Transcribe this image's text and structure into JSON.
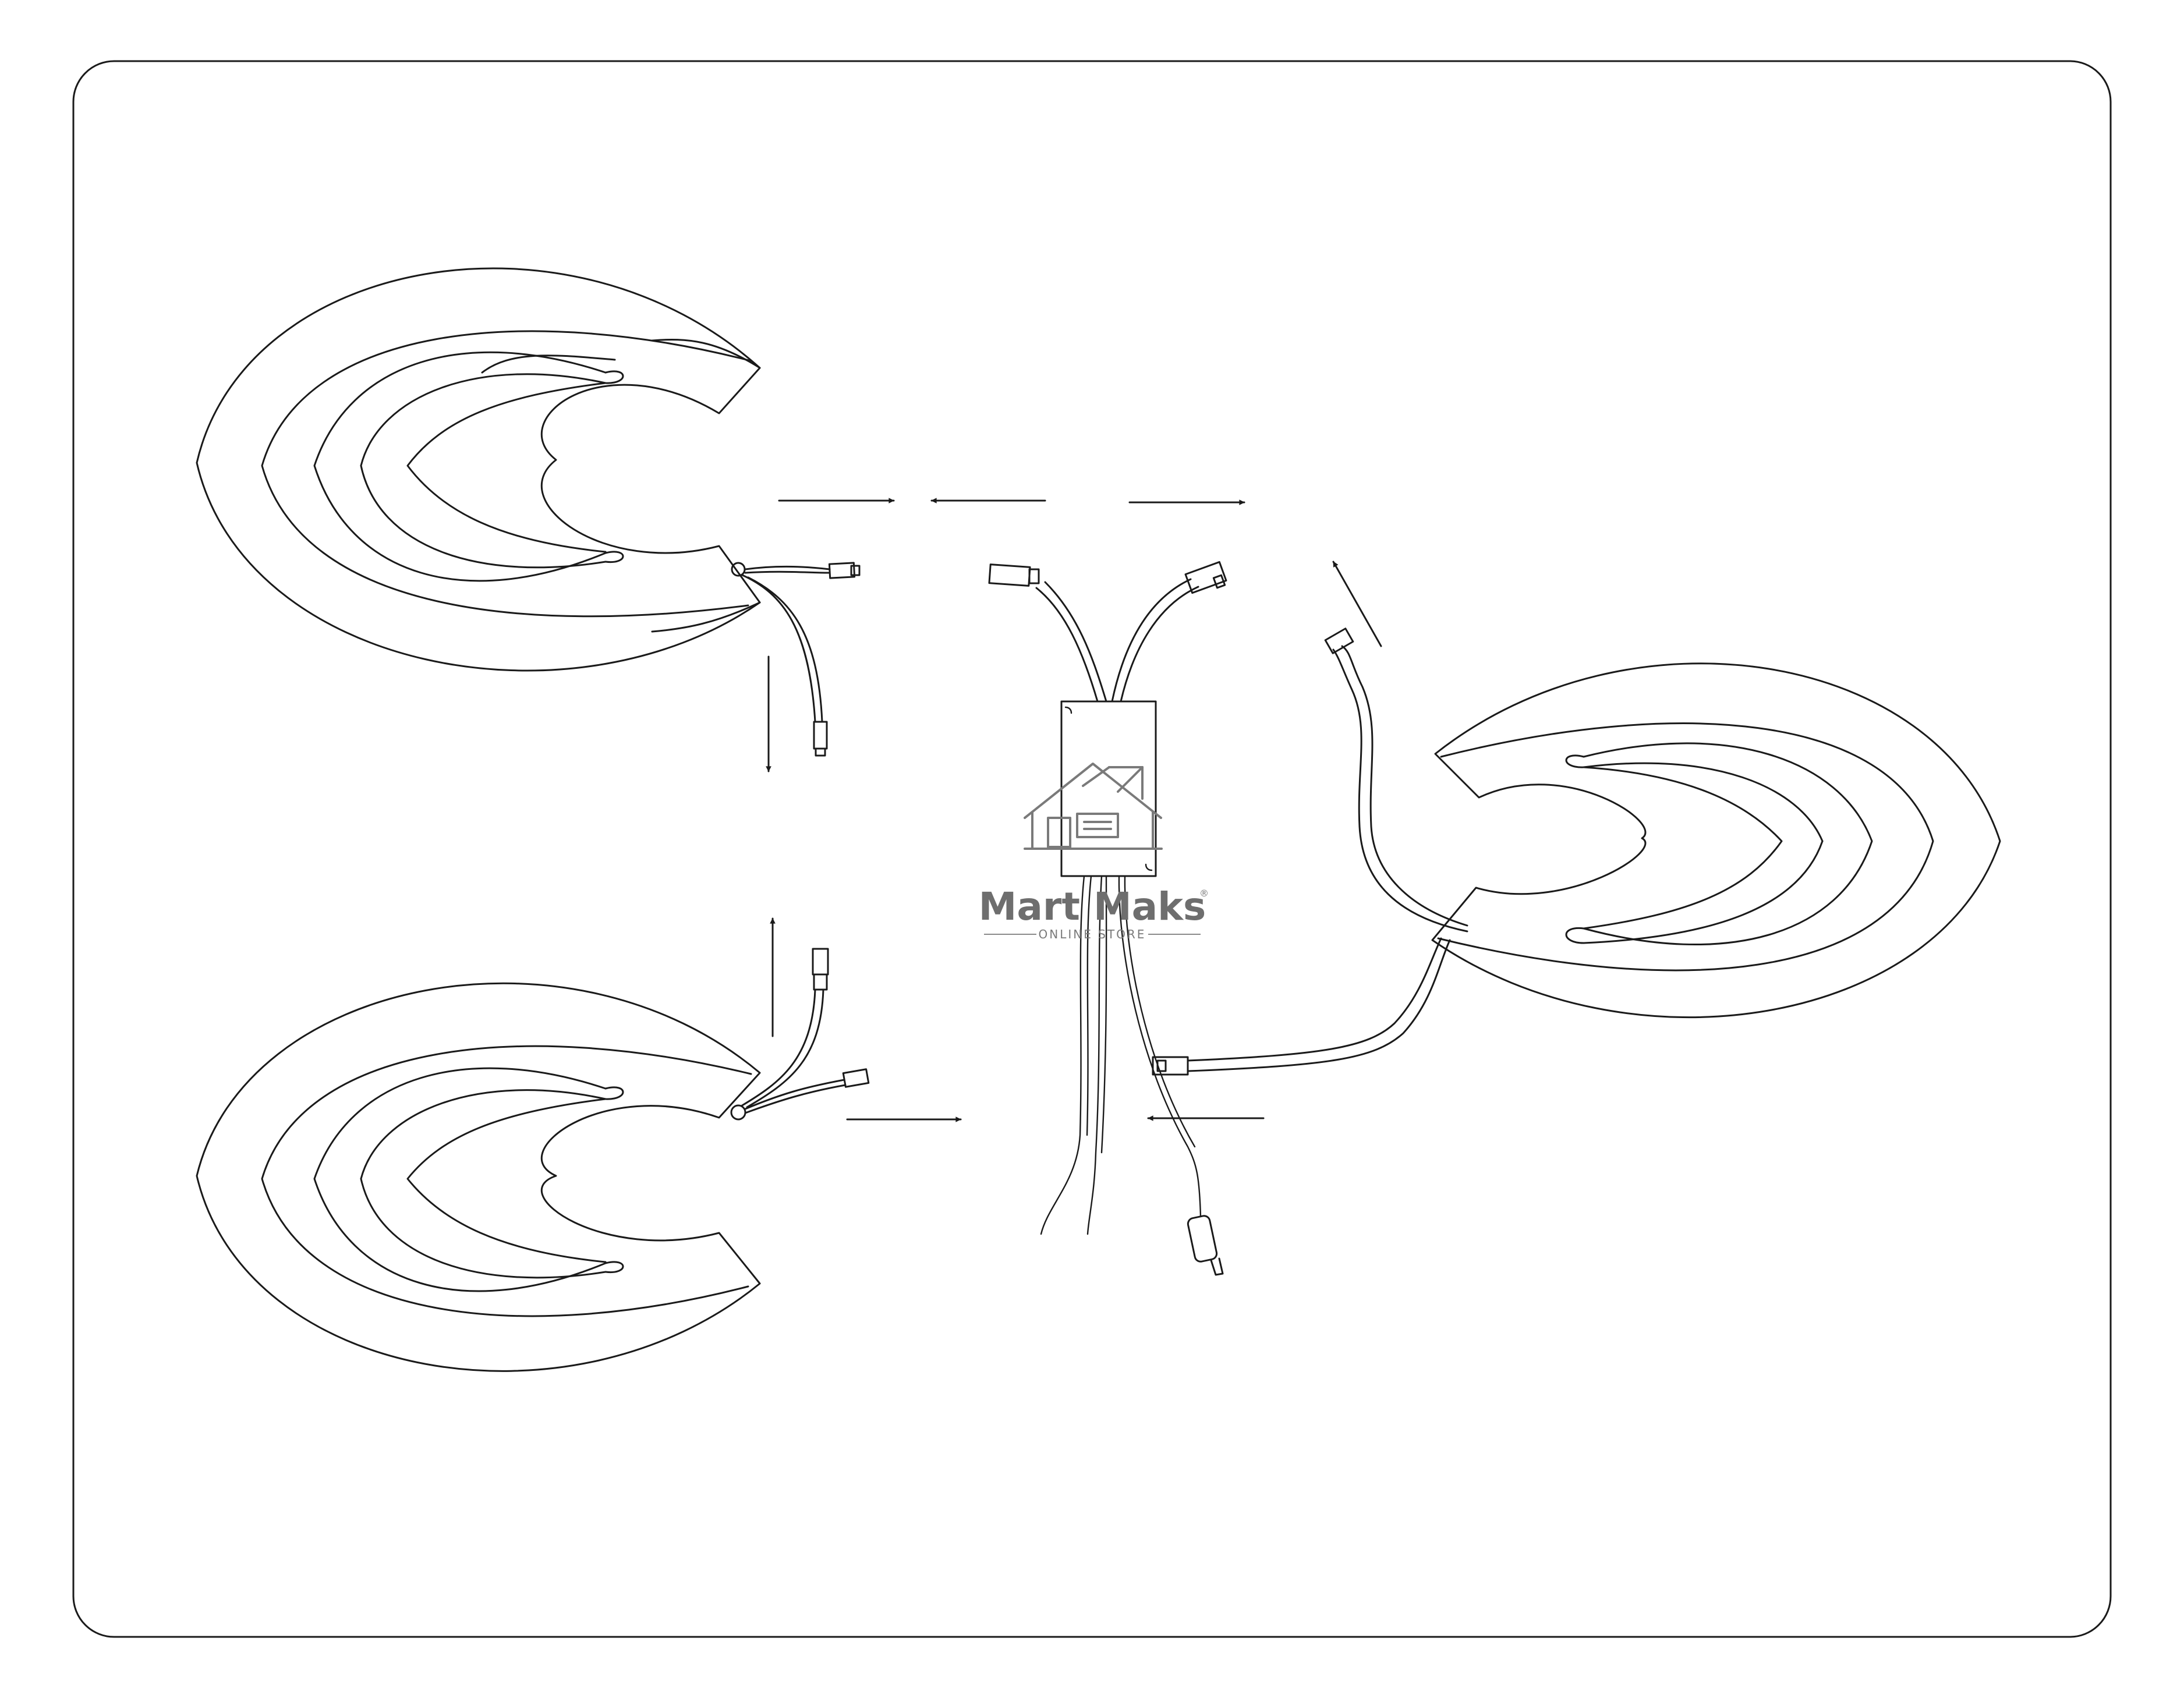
{
  "watermark": {
    "brand": "Mart Maks",
    "registered_mark": "®",
    "tagline": "ONLINE STORE"
  },
  "colors": {
    "line": "#1a1a1a",
    "background": "#ffffff",
    "watermark": "#7a7a7a"
  },
  "parts": [
    "heating-pad-top-left",
    "heating-pad-bottom-left",
    "heating-pad-right",
    "controller-box",
    "connector-plugs",
    "power-cable"
  ],
  "arrows": [
    "connect-right",
    "connect-left",
    "connect-right",
    "connect-up",
    "connect-down",
    "connect-up",
    "connect-right",
    "connect-left"
  ]
}
